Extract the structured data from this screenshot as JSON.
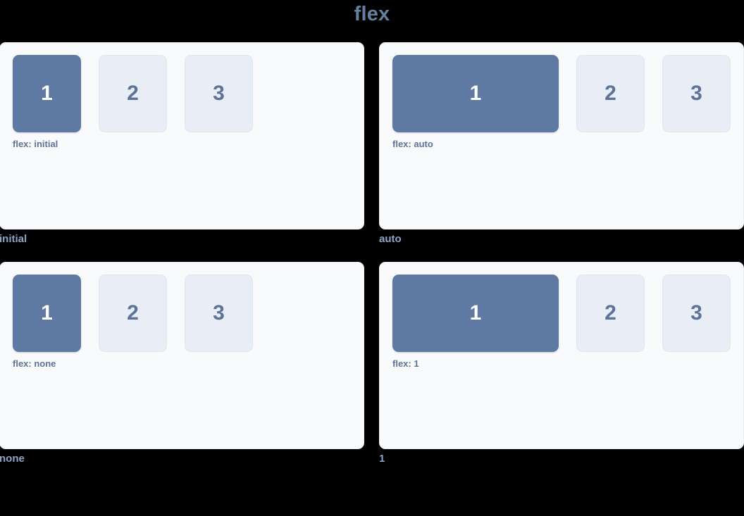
{
  "page": {
    "title": "flex",
    "background_color": "#000000",
    "title_color": "#64809f"
  },
  "theme": {
    "panel_bg": "#f8fafc",
    "panel_border": "#edf1f7",
    "box_plain_bg": "#e8edf6",
    "box_plain_border": "#dfe6f2",
    "box_plain_text": "#5d7498",
    "box_target_bg": "#5e7aa3",
    "box_target_text": "#ffffff",
    "note_color": "#5d7498",
    "caption_color": "#8aa4c6"
  },
  "demos": [
    {
      "caption": "initial",
      "note": "flex: initial",
      "value": "initial",
      "boxes": [
        {
          "label": "1",
          "highlighted": true
        },
        {
          "label": "2",
          "highlighted": false
        },
        {
          "label": "3",
          "highlighted": false
        }
      ]
    },
    {
      "caption": "auto",
      "note": "flex: auto",
      "value": "auto",
      "boxes": [
        {
          "label": "1",
          "highlighted": true
        },
        {
          "label": "2",
          "highlighted": false
        },
        {
          "label": "3",
          "highlighted": false
        }
      ]
    },
    {
      "caption": "none",
      "note": "flex: none",
      "value": "none",
      "boxes": [
        {
          "label": "1",
          "highlighted": true
        },
        {
          "label": "2",
          "highlighted": false
        },
        {
          "label": "3",
          "highlighted": false
        }
      ]
    },
    {
      "caption": "1",
      "note": "flex: 1",
      "value": "1",
      "boxes": [
        {
          "label": "1",
          "highlighted": true
        },
        {
          "label": "2",
          "highlighted": false
        },
        {
          "label": "3",
          "highlighted": false
        }
      ]
    }
  ]
}
